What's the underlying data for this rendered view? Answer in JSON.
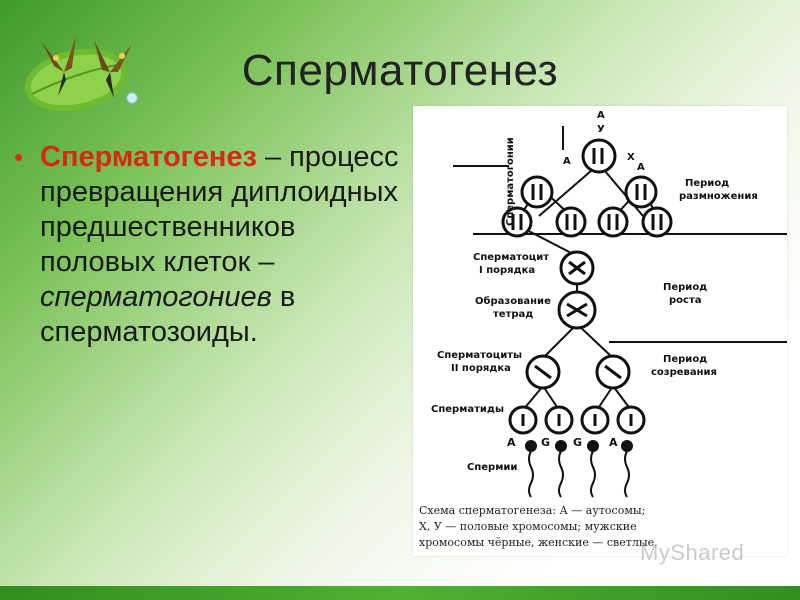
{
  "title": "Сперматогенез",
  "bullet": {
    "term": "Сперматогенез",
    "part1": " – процесс превращения диплоидных предшественников половых клеток – ",
    "italic": "сперматогониев",
    "part2": " в сперматозоиды."
  },
  "diagram": {
    "labels": {
      "spermatogonii": "Сперматогонии",
      "period_reproduction": "Период размножения",
      "spermatocyte_1": "Сперматоцит I порядка",
      "tetrad_formation": "Образование тетрад",
      "period_growth": "Период роста",
      "spermatocytes_2": "Сперматоциты II порядка",
      "period_maturation": "Период созревания",
      "spermatids": "Спермати­ды",
      "spermii": "Спермии",
      "letter_a": "A",
      "letter_y": "У",
      "letter_x": "X",
      "letter_g": "G"
    },
    "caption": "Схема сперматогенеза: А — аутосомы; X, У — половые хромосомы; мужские хромосомы чёрные, женские — светлые."
  },
  "watermark": "MyShared",
  "colors": {
    "accent": "#d42a16",
    "bottom_bar": "#3a9a26"
  }
}
